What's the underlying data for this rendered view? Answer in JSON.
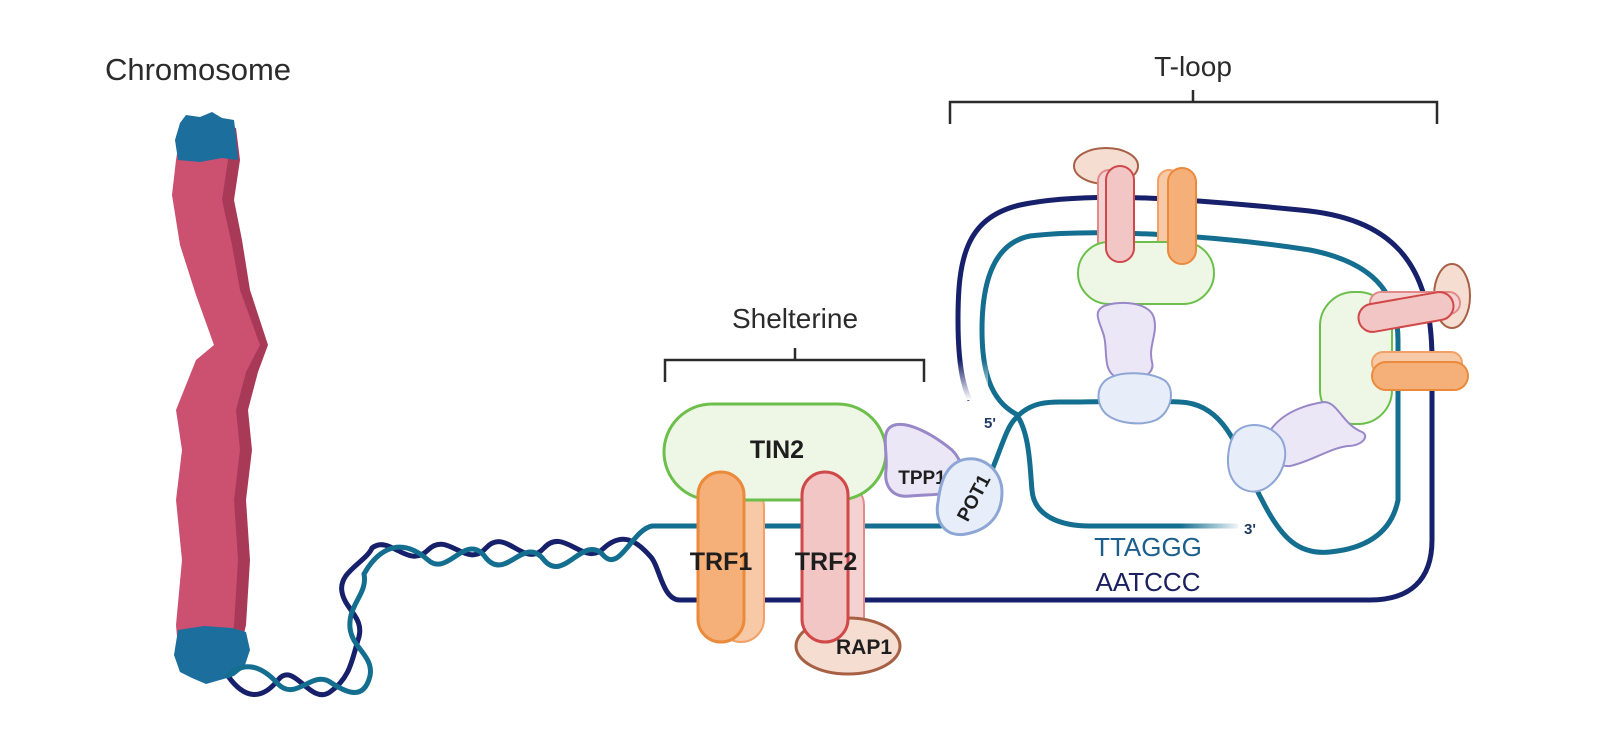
{
  "labels": {
    "chromosome": "Chromosome",
    "shelterine": "Shelterine",
    "tloop": "T-loop",
    "tin2": "TIN2",
    "tpp1": "TPP1",
    "pot1": "POT1",
    "trf1": "TRF1",
    "trf2": "TRF2",
    "rap1": "RAP1",
    "five_prime": "5'",
    "three_prime": "3'",
    "seq_top": "TTAGGG",
    "seq_bottom": "AATCCC"
  },
  "colors": {
    "chromosome_body": "#cc506f",
    "chromosome_tip": "#1c6e9c",
    "strand_dark": "#17206a",
    "strand_teal": "#136e8f",
    "tin2_fill": "#eef6e6",
    "tin2_stroke": "#6cbf4a",
    "trf1_fill": "#f5b07a",
    "trf1_stroke": "#ea8a3a",
    "trf2_fill": "#f3c6c6",
    "trf2_stroke": "#d04848",
    "rap1_fill": "#f5ddd2",
    "rap1_stroke": "#a86045",
    "tpp1_fill": "#ece7f6",
    "tpp1_stroke": "#9888c8",
    "pot1_fill": "#e7eef9",
    "pot1_stroke": "#8ea6d6"
  }
}
